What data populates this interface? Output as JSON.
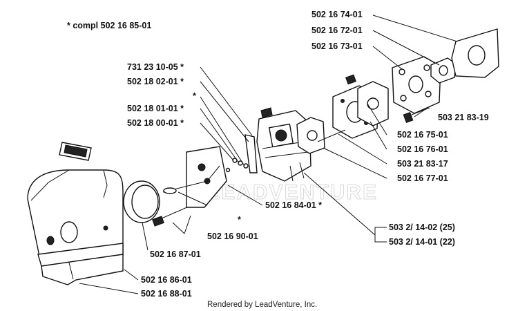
{
  "header_note": "*  compl 502 16 85-01",
  "watermark": "LEADVENTURE",
  "footer": "Rendered by LeadVenture, Inc.",
  "labels": {
    "p502167401": "502 16 74-01",
    "p502167201": "502 16 72-01",
    "p502167301": "502 16 73-01",
    "p731231005": "731 23 10-05  *",
    "p502180201": "502 18 02-01  *",
    "star1": "*",
    "p502180101": "502 18 01-01  *",
    "p502180001": "502 18 00-01  *",
    "p503218319": "503 21 83-19",
    "p502167501": "502 16 75-01",
    "p502167601": "502 16 76-01",
    "p503218317": "503 21 83-17",
    "p502167701": "502 16 77-01",
    "p502168401": "502 16 84-01  *",
    "star2": "*",
    "p502169001": "502 16 90-01",
    "p503214025": "503 2/ 14-02 (25)",
    "p503214022": "503 2/ 14-01 (22)",
    "p502168701": "502 16 87-01",
    "p502168601": "502 16 86-01",
    "p502168801": "502 16 88-01"
  }
}
